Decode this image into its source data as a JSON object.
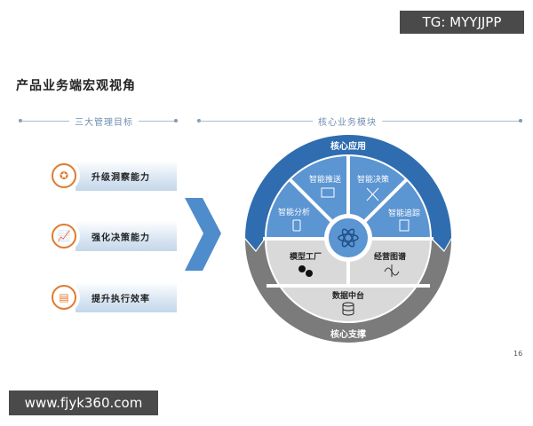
{
  "title": "产品业务端宏观视角",
  "left_section": {
    "heading": "三大管理目标",
    "items": [
      {
        "label": "升级洞察能力",
        "icon": "award-icon"
      },
      {
        "label": "强化决策能力",
        "icon": "growth-chart-icon"
      },
      {
        "label": "提升执行效率",
        "icon": "document-icon"
      }
    ]
  },
  "right_section": {
    "heading": "核心业务模块"
  },
  "diagram": {
    "top_ring": "核心应用",
    "bottom_ring": "核心支撑",
    "apps": [
      "智能分析",
      "智能推送",
      "智能决策",
      "智能追踪"
    ],
    "support": [
      "模型工厂",
      "经营图谱",
      "数据中台"
    ]
  },
  "colors": {
    "blue": "#2f6db0",
    "light_blue": "#5b95d2",
    "gray": "#7b7b7b",
    "light_gray": "#d9d9d9",
    "orange": "#e07a2e"
  },
  "page_number": "16",
  "watermarks": {
    "top": "TG: MYYJJPP",
    "bottom": "www.fjyk360.com"
  }
}
